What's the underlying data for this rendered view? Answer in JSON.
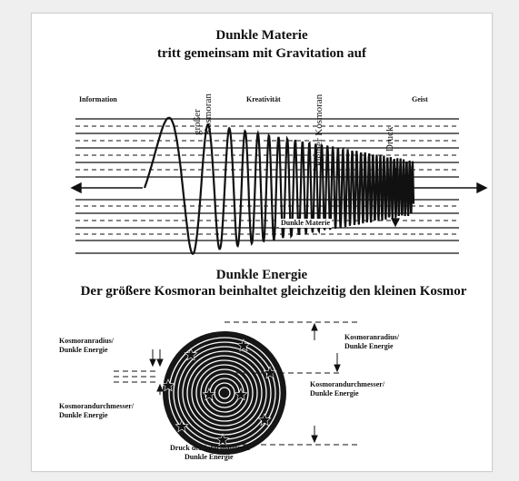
{
  "top": {
    "title_line1": "Dunkle Materie",
    "title_line2": "tritt gemeinsam mit Gravitation auf",
    "label_information": "Information",
    "label_kreativitaet": "Kreativität",
    "label_geist": "Geist",
    "label_grosser_1": "großer",
    "label_grosser_2": "Kosmoran",
    "label_kleiner": "kleiner Kosmoran",
    "label_druck": "Druck",
    "label_dunkle_materie": "Dunkle Materie"
  },
  "bottom": {
    "title_line1": "Dunkle Energie",
    "title_line2": "Der größere Kosmoran beinhaltet gleichzeitig den kleinen Kosmor",
    "left_radius_1": "Kosmoranradius/",
    "left_radius_2": "Dunkle Energie",
    "left_durchmesser_1": "Kosmorandurchmesser/",
    "left_durchmesser_2": "Dunkle Energie",
    "right_radius_1": "Kosmoranradius/",
    "right_radius_2": "Dunkle Energie",
    "right_durchmesser_1": "Kosmorandurchmesser/",
    "right_durchmesser_2": "Dunkle Energie",
    "druck_1": "Druck der Informationen/",
    "druck_2": "Dunkle Energie"
  },
  "colors": {
    "ink": "#111111",
    "paper": "#ffffff",
    "page": "#efefef"
  }
}
